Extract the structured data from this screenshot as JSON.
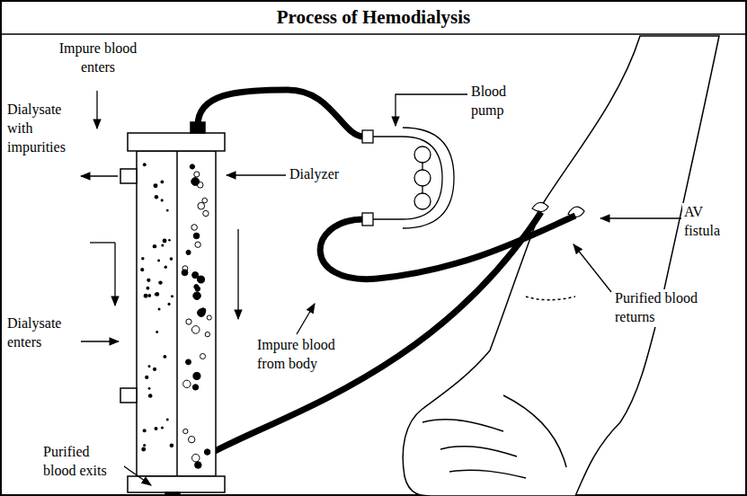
{
  "diagram": {
    "title": "Process of Hemodialysis",
    "labels": [
      "Impure blood enters",
      "Dialysate with impurities",
      "Dialysate enters",
      "Purified blood exits",
      "Blood pump",
      "Dialyzer",
      "Impure blood from body",
      "AV fistula",
      "Purified blood returns"
    ]
  }
}
